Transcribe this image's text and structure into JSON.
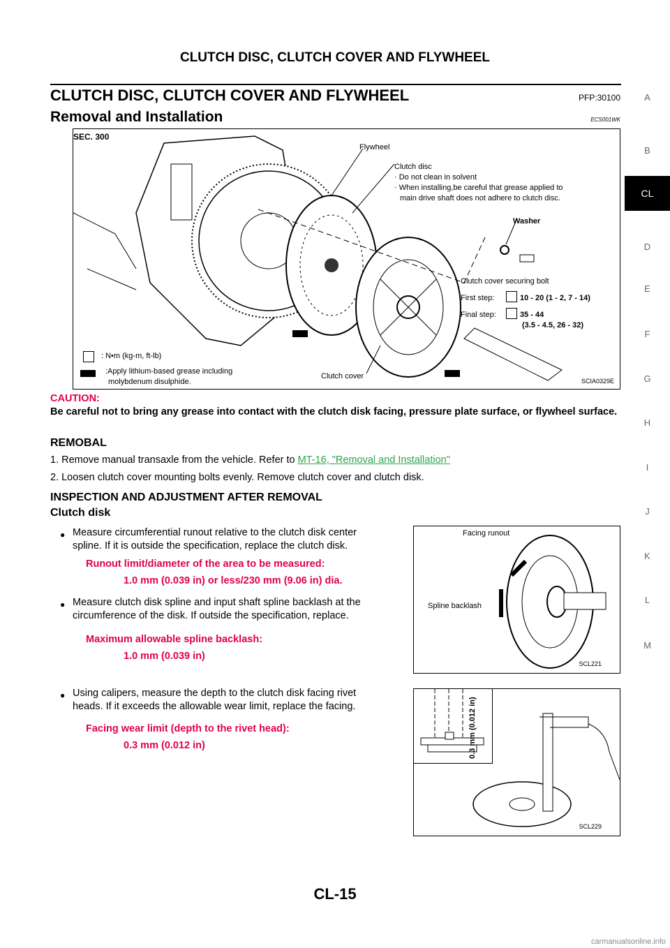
{
  "header": {
    "title": "CLUTCH DISC, CLUTCH COVER AND FLYWHEEL"
  },
  "section": {
    "title": "CLUTCH DISC, CLUTCH COVER AND FLYWHEEL",
    "pfp": "PFP:30100"
  },
  "subsection": {
    "title": "Removal and Installation",
    "code": "ECS001WK"
  },
  "side_tabs": [
    "A",
    "B",
    "CL",
    "D",
    "E",
    "F",
    "G",
    "H",
    "I",
    "J",
    "K",
    "L",
    "M"
  ],
  "figure1": {
    "sec": "SEC. 300",
    "flywheel": "Flywheel",
    "clutch_disc": "Clutch disc",
    "note1": "· Do not clean in solvent",
    "note2": "· When installing,be careful that grease applied to",
    "note3": "main drive shaft does not adhere to clutch disc.",
    "washer": "Washer",
    "bolt": "Clutch cover securing bolt",
    "first_step": "First step:",
    "first_val": "10 - 20 (1 - 2, 7 - 14)",
    "final_step": "Final step:",
    "final_val1": "35 - 44",
    "final_val2": "(3.5 - 4.5, 26 - 32)",
    "legend1": ": N•m (kg-m, ft-lb)",
    "legend2": ":Apply lithium-based grease including",
    "legend3": "molybdenum disulphide.",
    "clutch_cover": "Clutch cover",
    "id": "SCIA0329E"
  },
  "caution": {
    "title": "CAUTION:",
    "text": "Be careful not to bring any grease into contact with the clutch disk facing, pressure plate surface, or flywheel surface."
  },
  "removal": {
    "title": "REMOBAL",
    "step1_text": "1.  Remove manual transaxle from the vehicle. Refer to ",
    "step1_link": "MT-16, \"Removal and Installation\"",
    "step2_text": "2.  Loosen clutch cover mounting bolts evenly. Remove clutch cover and clutch disk."
  },
  "inspection": {
    "title": "INSPECTION AND ADJUSTMENT AFTER REMOVAL",
    "sub": "Clutch disk",
    "b1_l1": "Measure circumferential runout relative to the clutch disk center",
    "b1_l2": "spline. If it is outside the specification, replace the clutch disk.",
    "s1_label": "Runout limit/diameter of the area to be measured:",
    "s1_value": "1.0 mm (0.039 in) or less/230 mm (9.06 in) dia.",
    "b2_l1": "Measure clutch disk spline and input shaft spline backlash at the",
    "b2_l2": "circumference of the disk. If outside the specification, replace.",
    "s2_label": "Maximum allowable spline backlash:",
    "s2_value": "1.0 mm (0.039 in)",
    "b3_l1": "Using calipers, measure the depth to the clutch disk facing rivet",
    "b3_l2": "heads. If it exceeds the allowable wear limit, replace the facing.",
    "s3_label": "Facing wear limit (depth to the rivet head):",
    "s3_value": "0.3 mm (0.012 in)"
  },
  "figure2": {
    "facing": "Facing runout",
    "spline": "Spline backlash",
    "id": "SCL221"
  },
  "figure3": {
    "dim": "0.3 mm (0.012 in)",
    "id": "SCL229"
  },
  "footer": {
    "page": "CL-15",
    "watermark": "carmanualsonline.info"
  }
}
